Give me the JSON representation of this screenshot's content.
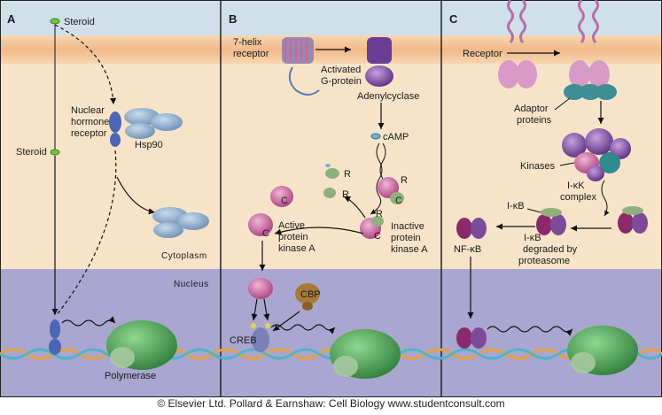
{
  "panels": {
    "a": {
      "letter": "A",
      "steroid_top": "Steroid",
      "steroid_mid": "Steroid",
      "nuclear_receptor": [
        "Nuclear",
        "hormone",
        "receptor"
      ],
      "hsp90": "Hsp90",
      "cytoplasm": "Cytoplasm",
      "nucleus": "Nucleus",
      "polymerase": "Polymerase"
    },
    "b": {
      "letter": "B",
      "seven_helix": [
        "7-helix",
        "receptor"
      ],
      "activated_gprotein": [
        "Activated",
        "G-protein"
      ],
      "adenylcyclase": "Adenylcyclase",
      "camp": "cAMP",
      "active_pka": [
        "Active",
        "protein",
        "kinase A"
      ],
      "inactive_pka": [
        "Inactive",
        "protein",
        "kinase A"
      ],
      "creb": "CREB",
      "cbp": "CBP",
      "subunit_c": "C",
      "subunit_r": "R"
    },
    "c": {
      "letter": "C",
      "receptor": "Receptor",
      "adaptor": [
        "Adaptor",
        "proteins"
      ],
      "kinases": "Kinases",
      "ikk": [
        "I-κK",
        "complex"
      ],
      "ikb": "I-κB",
      "ikb_degraded": [
        "I-κB",
        "degraded by",
        "proteasome"
      ],
      "nfkb": "NF-κB"
    }
  },
  "credit": "© Elsevier Ltd. Pollard & Earnshaw: Cell Biology www.studentconsult.com",
  "colors": {
    "top_band": "#cfe0ea",
    "membrane": "#f3c9a0",
    "cytoplasm": "#f7e4c8",
    "nucleus": "#a9a6cf",
    "receptor_blue": "#8aa9c9",
    "pka_pink": "#c76aa0",
    "cbp_brown": "#a8793a",
    "polymerase_green": "#3f9a4a",
    "kinase_purple": "#7d4a9a"
  }
}
